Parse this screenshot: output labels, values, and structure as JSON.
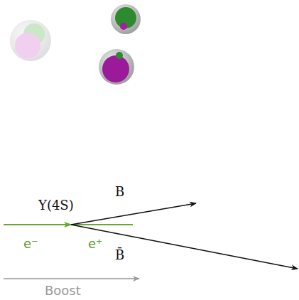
{
  "diagram": {
    "labels": [
      "Υ(4S)",
      "B",
      "B̄",
      "e⁻",
      "e⁺",
      "Boost"
    ]
  }
}
